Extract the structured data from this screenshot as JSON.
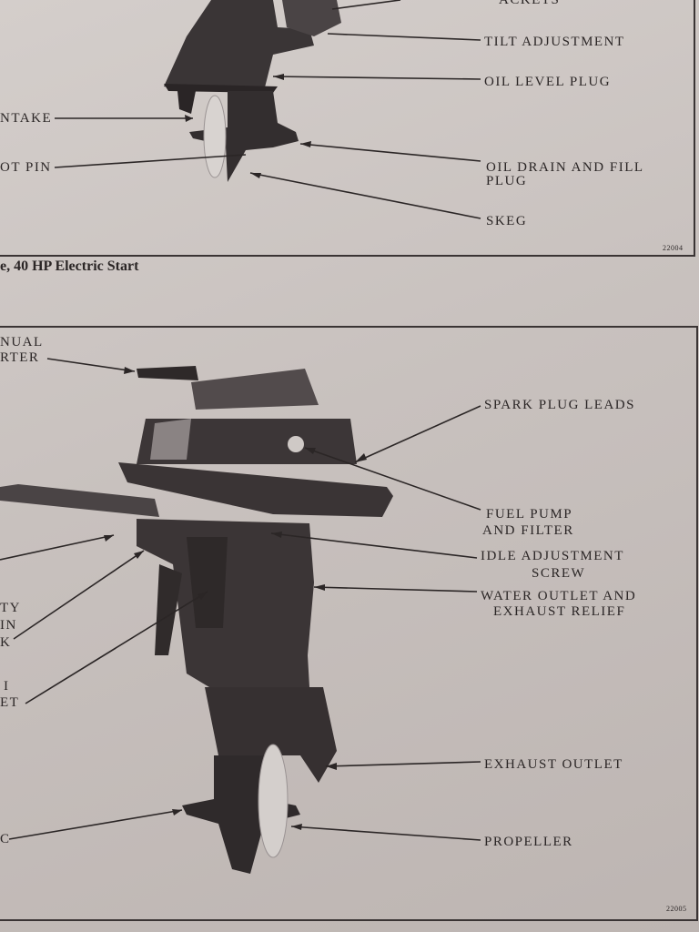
{
  "top_panel": {
    "labels": {
      "brackets_fragment": "ACKETS",
      "tilt": "TILT ADJUSTMENT",
      "oil_level": "OIL LEVEL PLUG",
      "intake_fragment": "NTAKE",
      "pivot_pin_fragment": "OT PIN",
      "oil_drain_line1": "OIL DRAIN AND FILL",
      "oil_drain_line2": "PLUG",
      "skeg": "SKEG"
    },
    "figure_number": "22004"
  },
  "caption": "e, 40 HP Electric Start",
  "bottom_panel": {
    "labels": {
      "manual_fragment_line1": "NUAL",
      "manual_fragment_line2": "RTER",
      "spark_plug": "SPARK PLUG LEADS",
      "fuel_pump_line1": "FUEL PUMP",
      "fuel_pump_line2": "AND FILTER",
      "idle_line1": "IDLE ADJUSTMENT",
      "idle_line2": "SCREW",
      "water_line1": "WATER OUTLET AND",
      "water_line2": "EXHAUST RELIEF",
      "safety_fragment_line1": "TY",
      "safety_fragment_line2": "IN",
      "safety_fragment_line3": "K",
      "outlet_fragment_line1": "I",
      "outlet_fragment_line2": "ET",
      "exhaust_outlet": "EXHAUST OUTLET",
      "propeller": "PROPELLER",
      "bottom_fragment": "C"
    },
    "figure_number": "22005"
  }
}
